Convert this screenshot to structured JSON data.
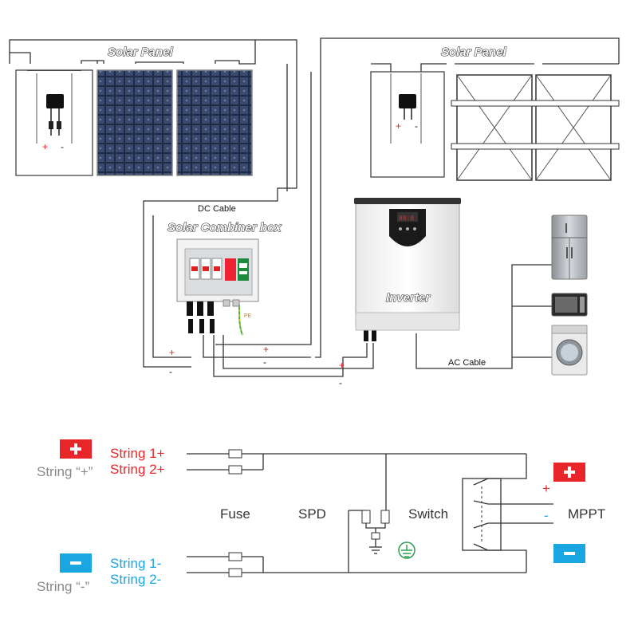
{
  "top": {
    "solar_panel_left": "Solar Panel",
    "solar_panel_right": "Solar Panel",
    "dc_cable": "DC Cable",
    "combiner_box": "Solar Combiner box",
    "inverter": "Inverter",
    "ac_cable": "AC Cable",
    "pe": "PE",
    "plus": "+",
    "minus": "-"
  },
  "schematic": {
    "string_plus": "String  “+”",
    "string_minus": "String  “-”",
    "string_1_plus": "String   1+",
    "string_2_plus": "String   2+",
    "string_1_minus": "String   1-",
    "string_2_minus": "String   2-",
    "fuse": "Fuse",
    "spd": "SPD",
    "switch": "Switch",
    "mppt": "MPPT",
    "plus": "+",
    "minus": "-"
  },
  "colors": {
    "positive": "#e8262a",
    "negative": "#1aa6e0",
    "ground": "#2e9e4e"
  }
}
